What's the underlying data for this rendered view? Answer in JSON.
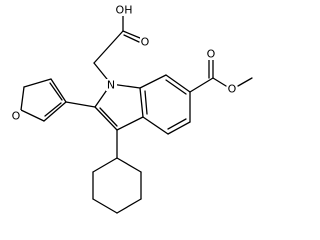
{
  "molecule": {
    "labels": {
      "hydroxyl": "OH",
      "acid_carbonyl_oxygen": "O",
      "indole_nitrogen": "N",
      "ester_carbonyl_oxygen": "O",
      "ester_ether_oxygen": "O",
      "furan_oxygen": "O"
    },
    "colors": {
      "bond": "#000000",
      "background": "#ffffff"
    }
  }
}
